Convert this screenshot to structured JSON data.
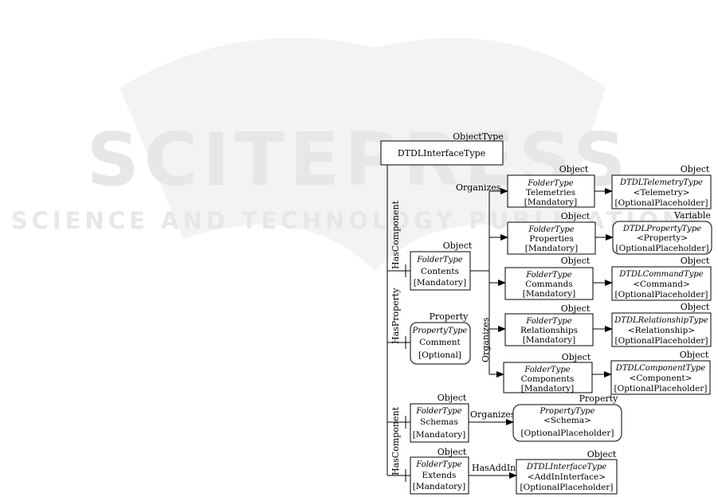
{
  "watermark": {
    "title": "SCITEPRESS",
    "subtitle": "SCIENCE AND TECHNOLOGY PUBLICATIONS"
  },
  "root": {
    "type_label": "ObjectType",
    "name": "DTDLInterfaceType"
  },
  "relations": {
    "has_component": "HasComponent",
    "has_property": "HasProperty",
    "organizes": "Organizes",
    "has_add_in": "HasAddIn"
  },
  "nodes": {
    "contents": {
      "class": "Object",
      "type": "FolderType",
      "name": "Contents",
      "modelling": "[Mandatory]"
    },
    "comment": {
      "class": "Property",
      "type": "PropertyType",
      "name": "Comment",
      "modelling": "[Optional]"
    },
    "schemas": {
      "class": "Object",
      "type": "FolderType",
      "name": "Schemas",
      "modelling": "[Mandatory]"
    },
    "extends": {
      "class": "Object",
      "type": "FolderType",
      "name": "Extends",
      "modelling": "[Mandatory]"
    },
    "telemetries": {
      "class": "Object",
      "type": "FolderType",
      "name": "Telemetries",
      "modelling": "[Mandatory]"
    },
    "properties": {
      "class": "Object",
      "type": "FolderType",
      "name": "Properties",
      "modelling": "[Mandatory]"
    },
    "commands": {
      "class": "Object",
      "type": "FolderType",
      "name": "Commands",
      "modelling": "[Mandatory]"
    },
    "relationships": {
      "class": "Object",
      "type": "FolderType",
      "name": "Relationships",
      "modelling": "[Mandatory]"
    },
    "components": {
      "class": "Object",
      "type": "FolderType",
      "name": "Components",
      "modelling": "[Mandatory]"
    },
    "telemetry_ph": {
      "class": "Object",
      "type": "DTDLTelemetryType",
      "name": "<Telemetry>",
      "modelling": "[OptionalPlaceholder]"
    },
    "property_ph": {
      "class": "Variable",
      "type": "DTDLPropertyType",
      "name": "<Property>",
      "modelling": "[OptionalPlaceholder]"
    },
    "command_ph": {
      "class": "Object",
      "type": "DTDLCommandType",
      "name": "<Command>",
      "modelling": "[OptionalPlaceholder]"
    },
    "relationship_ph": {
      "class": "Object",
      "type": "DTDLRelationshipType",
      "name": "<Relationship>",
      "modelling": "[OptionalPlaceholder]"
    },
    "component_ph": {
      "class": "Object",
      "type": "DTDLComponentType",
      "name": "<Component>",
      "modelling": "[OptionalPlaceholder]"
    },
    "schema_ph": {
      "class": "Property",
      "type": "PropertyType",
      "name": "<Schema>",
      "modelling": "[OptionalPlaceholder]"
    },
    "addin_ph": {
      "class": "Object",
      "type": "DTDLInterfaceType",
      "name": "<AddInInterface>",
      "modelling": "[OptionalPlaceholder]"
    }
  }
}
